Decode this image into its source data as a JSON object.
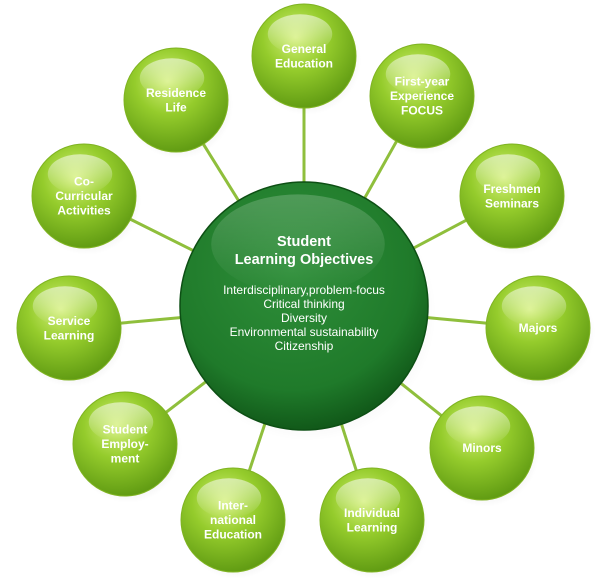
{
  "center": {
    "title_lines": [
      "Student",
      "Learning Objectives"
    ],
    "items": [
      "Interdisciplinary,problem-focus",
      "Critical thinking",
      "Diversity",
      "Environmental sustainability",
      "Citizenship"
    ]
  },
  "nodes": [
    {
      "id": "general-education",
      "lines": [
        "General",
        "Education"
      ]
    },
    {
      "id": "first-year-experience-focus",
      "lines": [
        "First-year",
        "Experience",
        "FOCUS"
      ]
    },
    {
      "id": "freshmen-seminars",
      "lines": [
        "Freshmen",
        "Seminars"
      ]
    },
    {
      "id": "majors",
      "lines": [
        "Majors"
      ]
    },
    {
      "id": "minors",
      "lines": [
        "Minors"
      ]
    },
    {
      "id": "individual-learning",
      "lines": [
        "Individual",
        "Learning"
      ]
    },
    {
      "id": "international-education",
      "lines": [
        "Inter-",
        "national",
        "Education"
      ]
    },
    {
      "id": "student-employment",
      "lines": [
        "Student",
        "Employ-",
        "ment"
      ]
    },
    {
      "id": "service-learning",
      "lines": [
        "Service",
        "Learning"
      ]
    },
    {
      "id": "co-curricular-activities",
      "lines": [
        "Co-",
        "Curricular",
        "Activities"
      ]
    },
    {
      "id": "residence-life",
      "lines": [
        "Residence",
        "Life"
      ]
    }
  ],
  "colors": {
    "center_fill": "#1f7a2a",
    "center_dark": "#0d4f14",
    "node_light": "#d4f07a",
    "node_mid": "#95cc2c",
    "node_dark": "#5f9a12",
    "connector": "#8fbf3c"
  }
}
